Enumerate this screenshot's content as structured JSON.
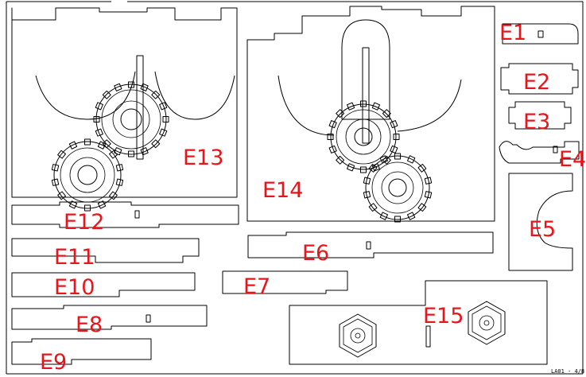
{
  "sheet": {
    "code": "LA01 - 4/8"
  },
  "parts": [
    {
      "id": "E1"
    },
    {
      "id": "E2"
    },
    {
      "id": "E3"
    },
    {
      "id": "E4"
    },
    {
      "id": "E5"
    },
    {
      "id": "E6"
    },
    {
      "id": "E7"
    },
    {
      "id": "E8"
    },
    {
      "id": "E9"
    },
    {
      "id": "E10"
    },
    {
      "id": "E11"
    },
    {
      "id": "E12"
    },
    {
      "id": "E13"
    },
    {
      "id": "E14"
    },
    {
      "id": "E15"
    }
  ],
  "colors": {
    "outline": "#000000",
    "label": "#e8151b",
    "background": "#ffffff"
  }
}
